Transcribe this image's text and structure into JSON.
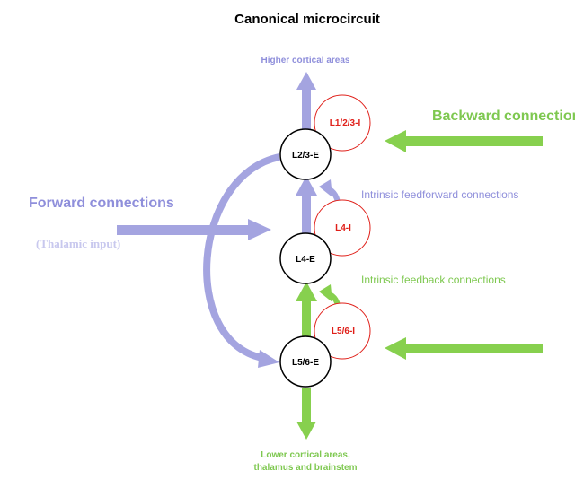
{
  "title": "Canonical microcircuit",
  "top_label": "Higher cortical areas",
  "bottom_label": {
    "line1": "Lower cortical areas,",
    "line2": "thalamus and brainstem"
  },
  "backward_label": "Backward connections",
  "forward_label": "Forward connections",
  "thalamic_label": "(Thalamic input)",
  "intrinsic_ff_label": "Intrinsic feedforward connections",
  "intrinsic_fb_label": "Intrinsic feedback connections",
  "nodes": {
    "l23e": "L2/3-E",
    "l4e": "L4-E",
    "l56e": "L5/6-E",
    "l123i": "L1/2/3-I",
    "l4i": "L4-I",
    "l56i": "L5/6-I"
  },
  "colors": {
    "forward": "#a4a4e0",
    "backward": "#87d04e",
    "inhibitory": "#e0201a",
    "excitatory": "#000000"
  }
}
